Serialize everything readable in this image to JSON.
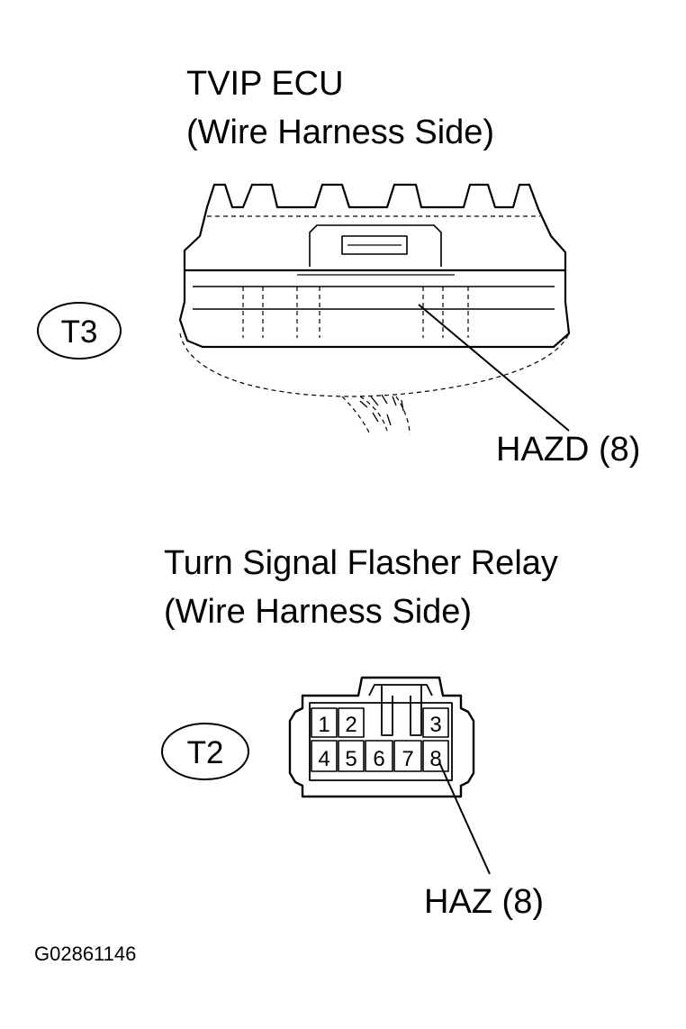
{
  "ecu": {
    "title": "TVIP ECU",
    "subtitle": "(Wire Harness Side)",
    "connector_id": "T3",
    "pin_label": "HAZD (8)"
  },
  "relay": {
    "title": "Turn Signal Flasher Relay",
    "subtitle": "(Wire Harness Side)",
    "connector_id": "T2",
    "pins_top": [
      "1",
      "2",
      "3"
    ],
    "pins_bottom": [
      "4",
      "5",
      "6",
      "7",
      "8"
    ],
    "pin_label": "HAZ (8)"
  },
  "figure_code": "G02861146"
}
